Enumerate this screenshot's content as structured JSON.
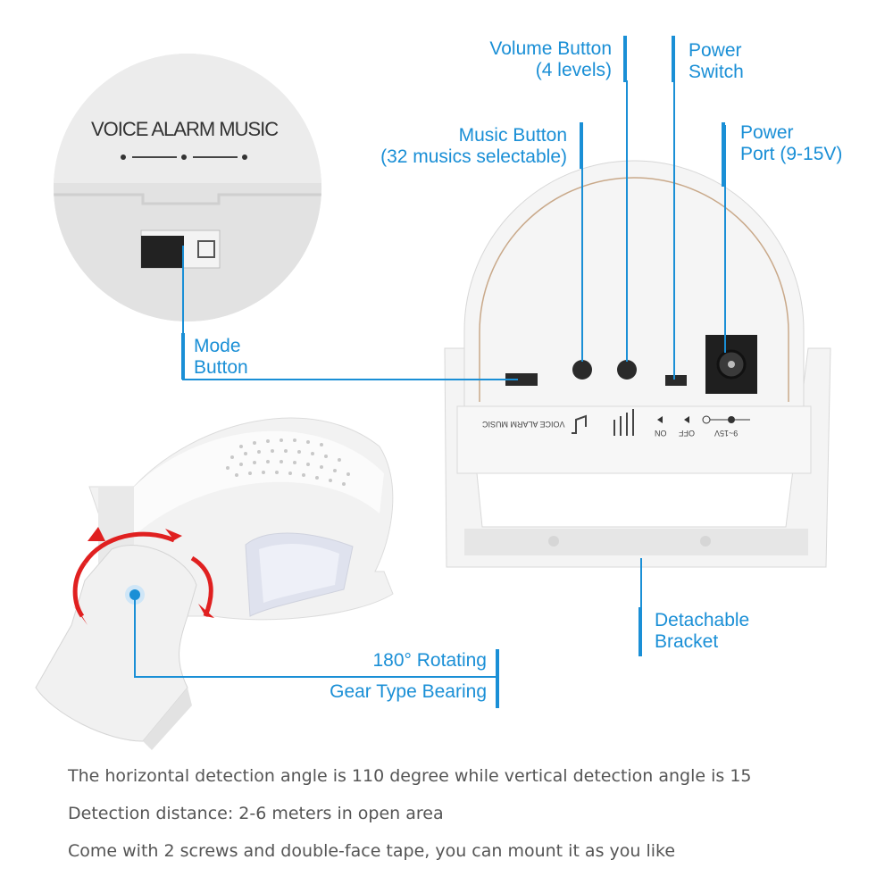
{
  "inset": {
    "panel_text": "VOICE ALARM MUSIC"
  },
  "device_panel": {
    "switch_label": "VOICE ALARM MUSIC",
    "off_label": "OFF",
    "on_label": "ON",
    "power_label": "9~15V"
  },
  "callouts": {
    "volume_line1": "Volume Button",
    "volume_line2": "(4 levels)",
    "power_switch_line1": "Power",
    "power_switch_line2": "Switch",
    "music_line1": "Music Button",
    "music_line2": "(32 musics selectable)",
    "power_port_line1": "Power",
    "power_port_line2": "Port (9-15V)",
    "mode_line1": "Mode",
    "mode_line2": "Button",
    "bracket_line1": "Detachable",
    "bracket_line2": "Bracket",
    "rotate_line1": "180° Rotating",
    "rotate_line2": "Gear Type Bearing"
  },
  "description": [
    "The horizontal detection angle is 110 degree while vertical detection angle is 15",
    "Detection distance: 2-6 meters in open area",
    "Come with 2 screws and double-face tape, you can mount it as you like"
  ],
  "colors": {
    "accent": "#1a8fd6",
    "arrow": "#e02020",
    "text": "#555555"
  }
}
